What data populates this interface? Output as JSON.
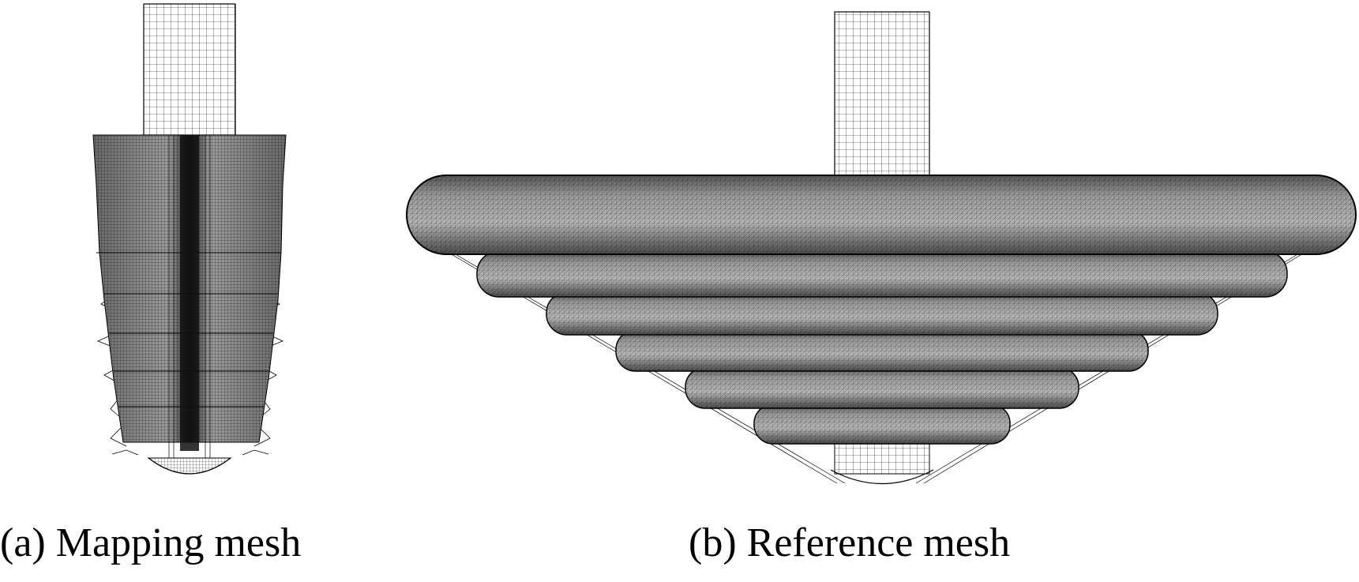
{
  "panels": [
    {
      "id": "a",
      "caption": "(a) Mapping mesh"
    },
    {
      "id": "b",
      "caption": "(b) Reference mesh"
    }
  ],
  "colors": {
    "background": "#ffffff",
    "mesh_line": "#000000",
    "caption_text": "#000000"
  }
}
